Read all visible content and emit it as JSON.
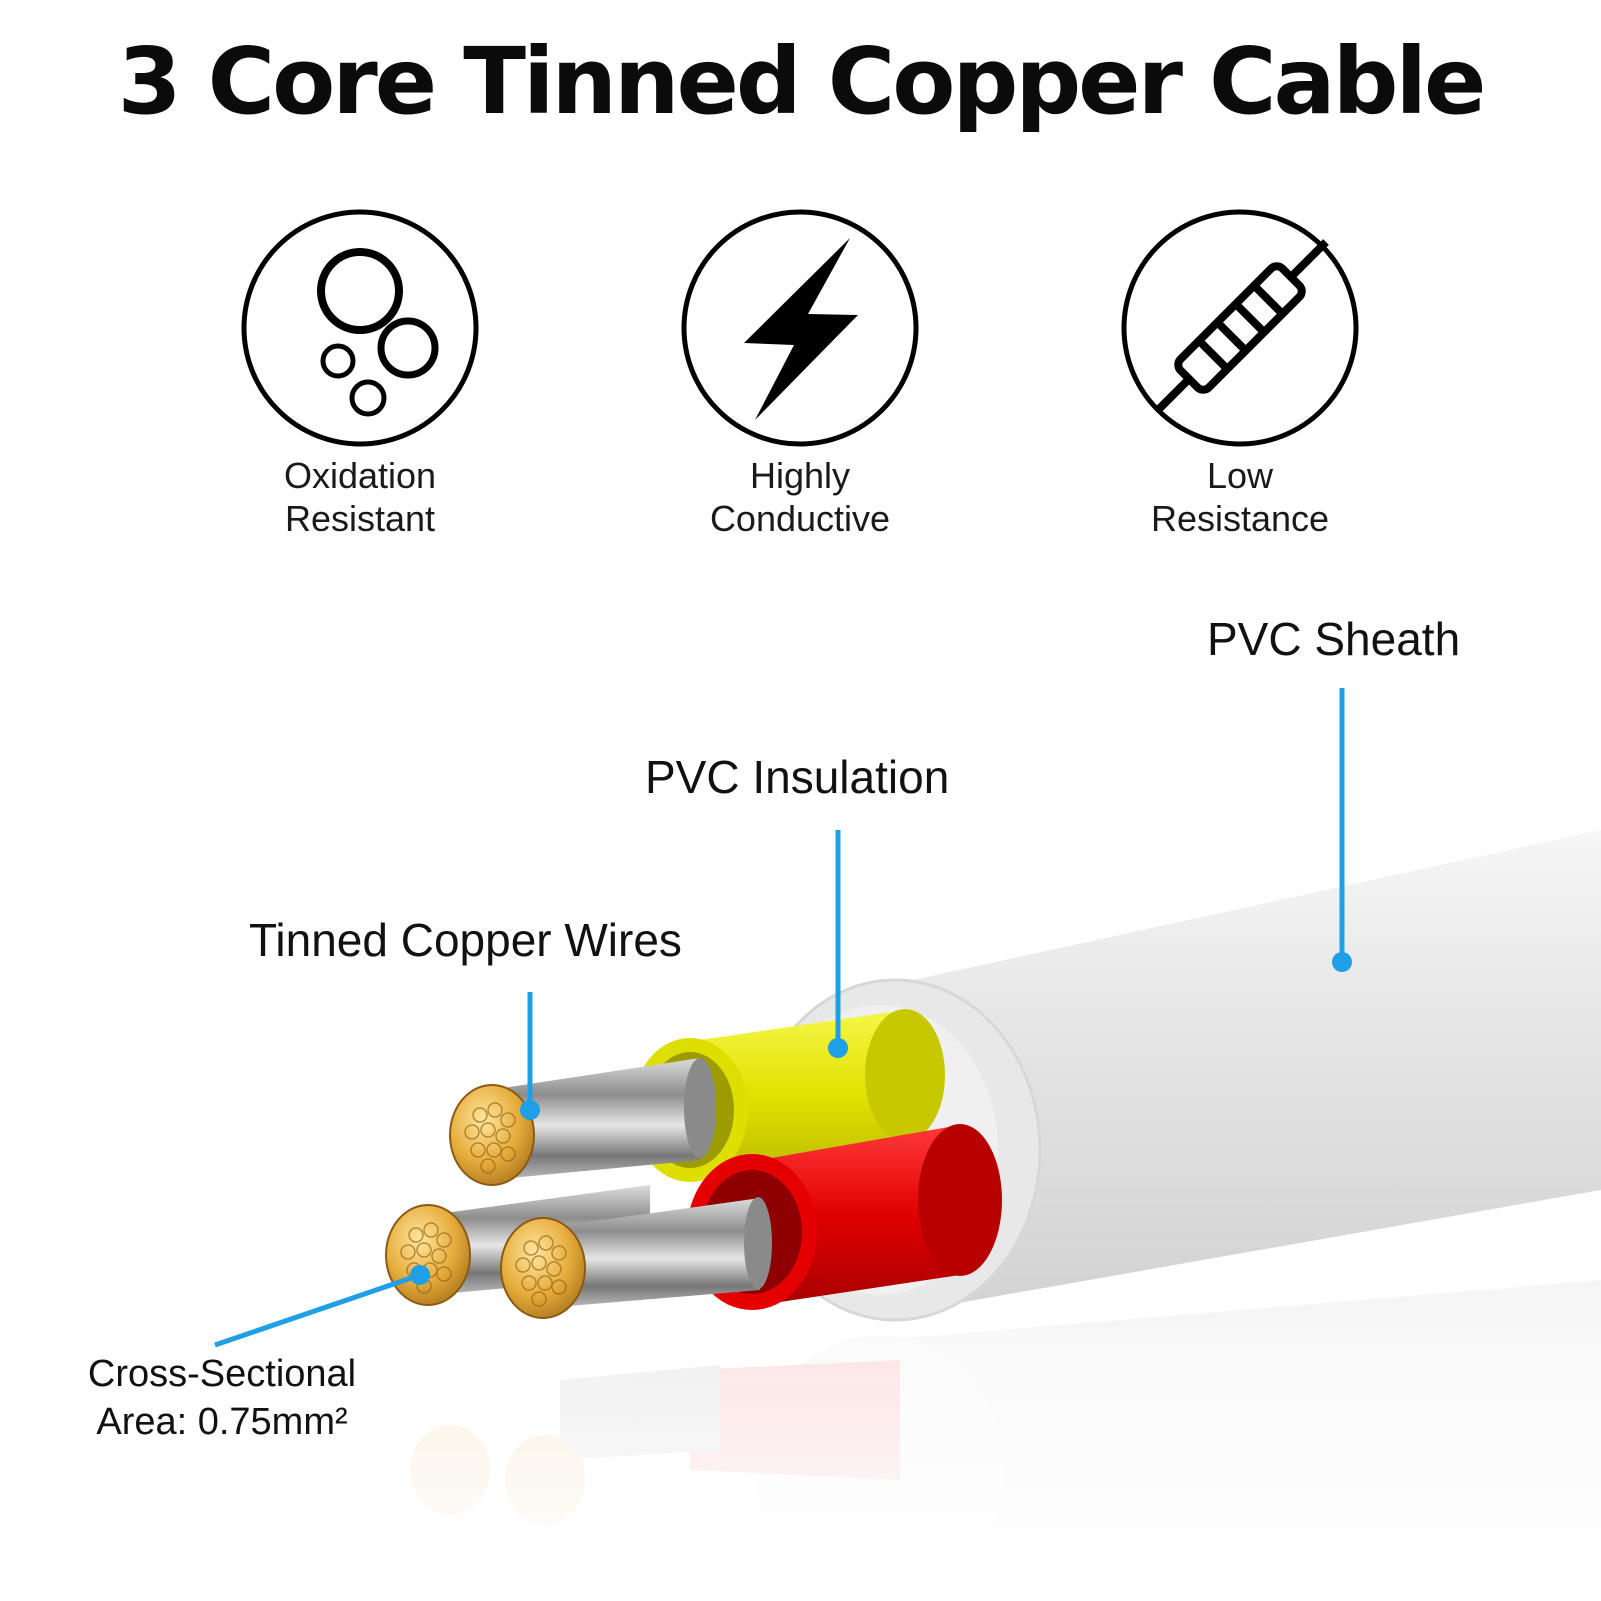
{
  "title": "3 Core Tinned Copper Cable",
  "features": [
    {
      "icon": "bubbles-icon",
      "line1": "Oxidation",
      "line2": "Resistant"
    },
    {
      "icon": "lightning-bolt-icon",
      "line1": "Highly",
      "line2": "Conductive"
    },
    {
      "icon": "resistor-icon",
      "line1": "Low",
      "line2": "Resistance"
    }
  ],
  "callouts": {
    "sheath": "PVC Sheath",
    "insulation": "PVC Insulation",
    "wires": "Tinned Copper Wires",
    "area_line1": "Cross-Sectional",
    "area_line2": "Area: 0.75mm²"
  },
  "colors": {
    "callout_line": "#1e9fe6",
    "insulation_yellow": "#e6e600",
    "insulation_red": "#e00000",
    "sheath": "#e9e9e9",
    "copper": "#e0a832"
  }
}
